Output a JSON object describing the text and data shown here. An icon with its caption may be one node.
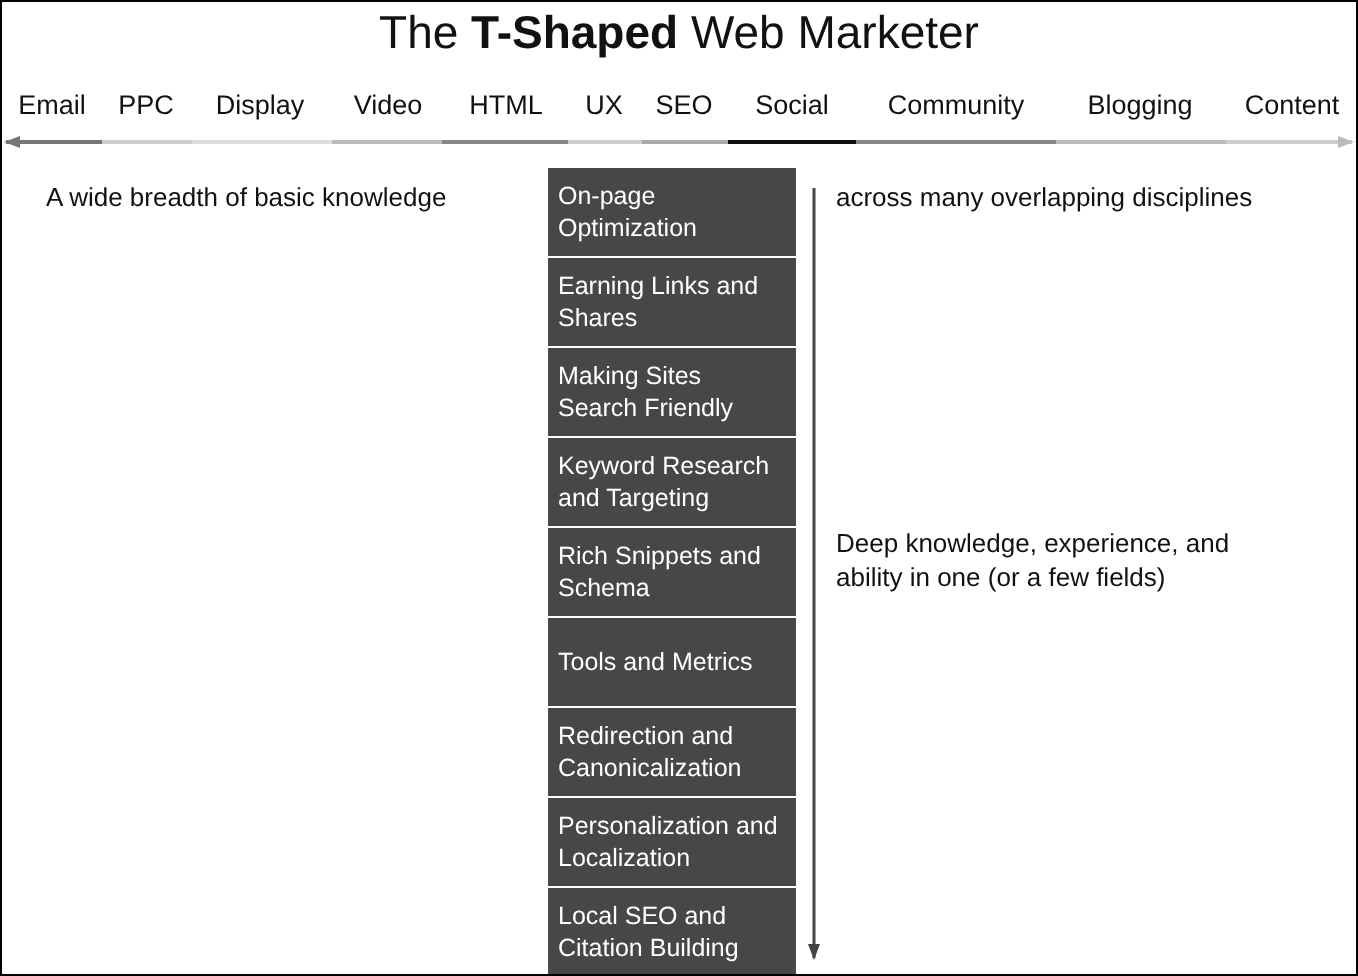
{
  "diagram": {
    "title": "The **T-Shaped** Web Marketer",
    "nodes": [
      {
        "text": [
          "On-page Optimization"
        ]
      },
      {
        "text": [
          "Earning Links and Shares"
        ]
      },
      {
        "text": [
          "Making Sites Search Friendly"
        ]
      },
      {
        "text": [
          "Keyword Research and Targeting"
        ]
      },
      {
        "text": [
          "Rich Snippets and Schema"
        ]
      },
      {
        "text": [
          "Tools and Metrics"
        ]
      },
      {
        "text": [
          "Redirection and Canonicalization"
        ]
      },
      {
        "text": [
          "Personalization and Localization"
        ]
      },
      {
        "text": [
          "Local SEO and Citation Building"
        ]
      }
    ],
    "labels": [
      "Email",
      "PPC",
      "Display",
      "Video",
      "HTML",
      "UX",
      "SEO",
      "Social",
      "Community",
      "Blogging",
      "Content",
      "A wide breadth of basic knowledge",
      "across many overlapping disciplines",
      "Deep knowledge, experience, and ability in one (or a few fields)"
    ]
  }
}
